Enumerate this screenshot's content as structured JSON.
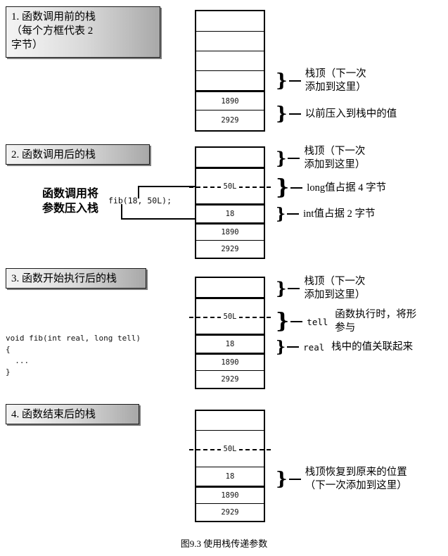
{
  "caption": "图9.3 使用栈传递参数",
  "sections": [
    {
      "id": "before-call",
      "header": "1. 函数调用前的栈\n（每个方框代表 2\n字节）",
      "stack": {
        "cells": [
          {
            "value": "",
            "thick_top": false
          },
          {
            "value": "",
            "thick_top": false
          },
          {
            "value": "",
            "thick_top": false
          },
          {
            "value": "",
            "thick_top": false
          },
          {
            "value": "1890",
            "thick_top": true
          },
          {
            "value": "2929",
            "thick_top": false
          }
        ]
      },
      "annotations": [
        {
          "label": "",
          "text": "栈顶（下一次\n添加到这里）"
        },
        {
          "label": "",
          "text": "以前压入到栈中的值"
        }
      ]
    },
    {
      "id": "after-call",
      "header": "2. 函数调用后的栈",
      "note": "函数调用将\n参数压入栈",
      "code_inline": "fib(18, 50L);",
      "stack": {
        "cells": [
          {
            "value": "",
            "thick_top": false
          },
          {
            "value": "50L",
            "thick_top": true,
            "span": 2,
            "dashed": true
          },
          {
            "value": "18",
            "thick_top": true
          },
          {
            "value": "1890",
            "thick_top": true
          },
          {
            "value": "2929",
            "thick_top": false
          }
        ]
      },
      "annotations": [
        {
          "label": "",
          "text": "栈顶（下一次\n添加到这里）"
        },
        {
          "label": "",
          "text": "long值占据 4 字节"
        },
        {
          "label": "",
          "text": "int值占据 2 字节"
        }
      ]
    },
    {
      "id": "during-exec",
      "header": "3. 函数开始执行后的栈",
      "code_block": "void fib(int real, long tell)\n{\n  ...\n}",
      "stack": {
        "cells": [
          {
            "value": "",
            "thick_top": false
          },
          {
            "value": "50L",
            "thick_top": true,
            "span": 2,
            "dashed": true
          },
          {
            "value": "18",
            "thick_top": true
          },
          {
            "value": "1890",
            "thick_top": true
          },
          {
            "value": "2929",
            "thick_top": false
          }
        ]
      },
      "annotations": [
        {
          "label": "",
          "text": "栈顶（下一次\n添加到这里）"
        },
        {
          "label": "tell",
          "text": "函数执行时，将形\n参与"
        },
        {
          "label": "real",
          "text": "栈中的值关联起来"
        }
      ]
    },
    {
      "id": "after-return",
      "header": "4. 函数结束后的栈",
      "stack": {
        "cells": [
          {
            "value": "",
            "thick_top": false
          },
          {
            "value": "50L",
            "thick_top": false,
            "span": 2,
            "dashed": true
          },
          {
            "value": "18",
            "thick_top": false
          },
          {
            "value": "1890",
            "thick_top": true
          },
          {
            "value": "2929",
            "thick_top": false
          }
        ]
      },
      "annotations": [
        {
          "label": "",
          "text": "栈顶恢复到原来的位置\n（下一次添加到这里）"
        }
      ]
    }
  ]
}
